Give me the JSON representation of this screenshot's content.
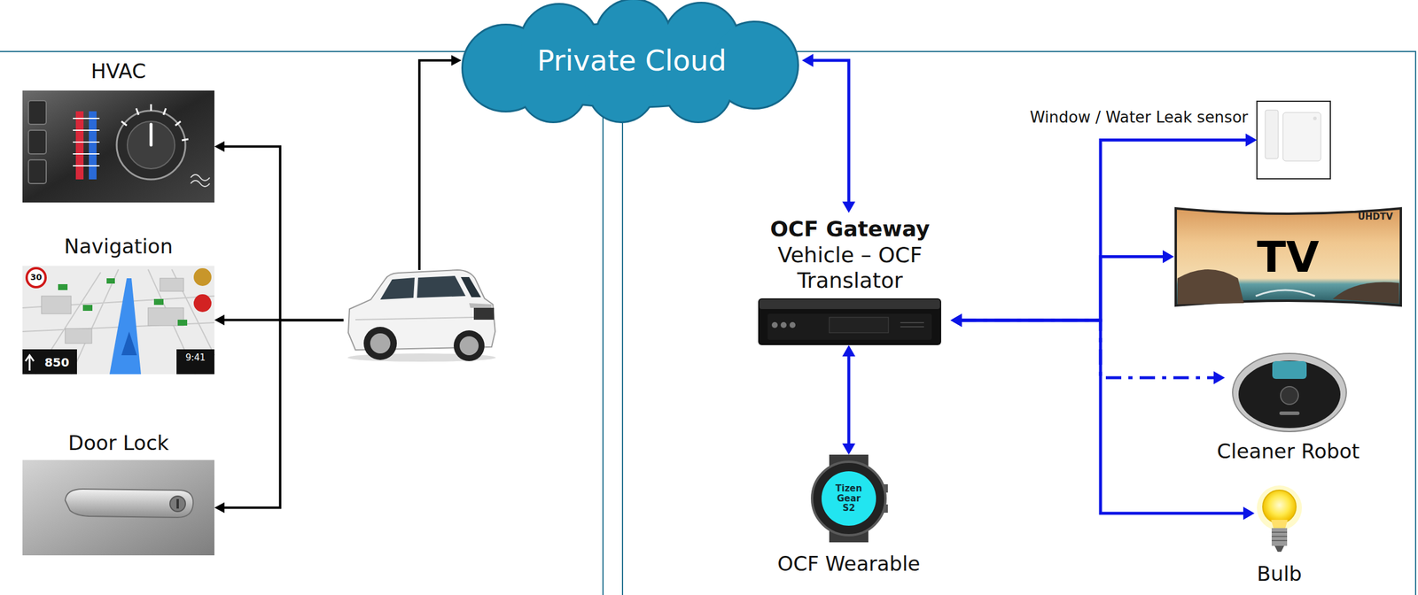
{
  "diagram": {
    "nodes": [
      {
        "text": [
          "Private Cloud"
        ]
      },
      {
        "text": [
          "HVAC"
        ]
      },
      {
        "text": [
          "Navigation"
        ]
      },
      {
        "text": [
          "Door Lock"
        ]
      },
      {
        "text": []
      },
      {
        "text": [
          "OCF Gateway",
          "Vehicle – OCF Translator"
        ]
      },
      {
        "text": [
          "Tizen Gear S2",
          "OCF Wearable"
        ]
      },
      {
        "text": [
          "Window / Water Leak sensor"
        ]
      },
      {
        "text": [
          "TV"
        ]
      },
      {
        "text": [
          "Cleaner Robot"
        ]
      },
      {
        "text": [
          "Bulb"
        ]
      }
    ],
    "edges": [
      {
        "from": 4,
        "to": 1,
        "arrow": "to"
      },
      {
        "from": 4,
        "to": 2,
        "arrow": "to"
      },
      {
        "from": 4,
        "to": 3,
        "arrow": "to"
      },
      {
        "from": 4,
        "to": 0,
        "arrow": "to"
      },
      {
        "from": 0,
        "to": 5,
        "arrow": "both"
      },
      {
        "from": 5,
        "to": 6,
        "arrow": "both"
      },
      {
        "from": 5,
        "to": 7,
        "arrow": "both"
      },
      {
        "from": 5,
        "to": 8,
        "arrow": "both"
      },
      {
        "from": 5,
        "to": 9,
        "arrow": "both"
      },
      {
        "from": 5,
        "to": 10,
        "arrow": "both"
      }
    ],
    "labels": [
      "30",
      "850",
      "9:41",
      "UHDTV"
    ]
  }
}
